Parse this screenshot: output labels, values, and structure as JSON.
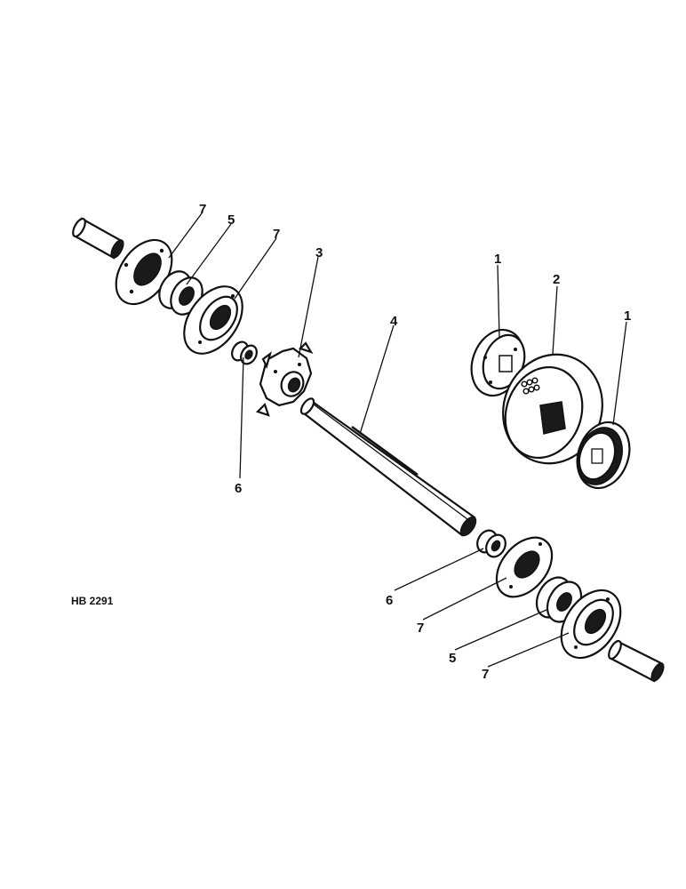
{
  "figure_code": "HB 2291",
  "callouts": {
    "c1a": "1",
    "c1b": "1",
    "c2": "2",
    "c3": "3",
    "c4": "4",
    "c5a": "5",
    "c5b": "5",
    "c6a": "6",
    "c6b": "6",
    "c7a": "7",
    "c7b": "7",
    "c7c": "7",
    "c7d": "7"
  }
}
